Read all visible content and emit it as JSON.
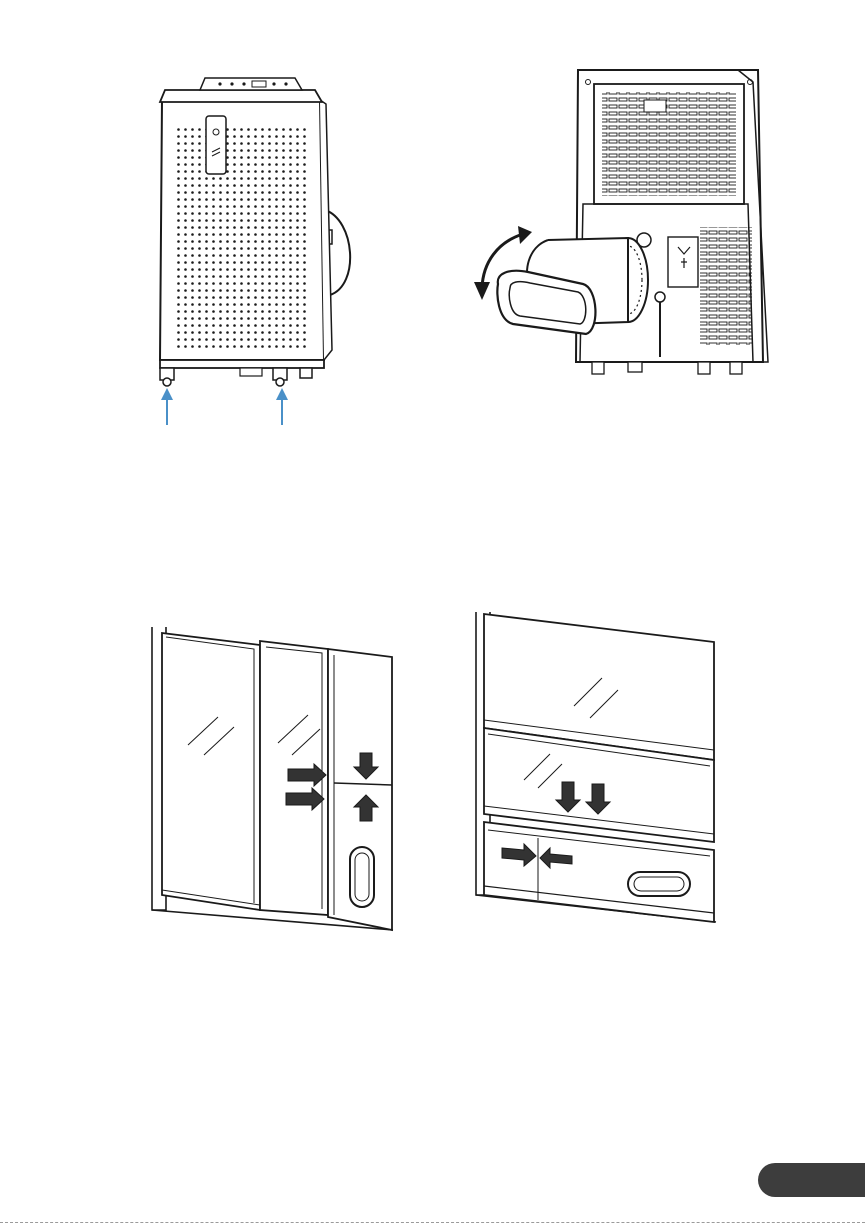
{
  "figures": {
    "front": {
      "icon": "portable-ac-front-view"
    },
    "back": {
      "icon": "portable-ac-rear-view-with-exhaust-adapter"
    },
    "slider": {
      "icon": "sliding-window-kit-installation"
    },
    "hung": {
      "icon": "hung-window-kit-installation"
    }
  },
  "colors": {
    "line": "#1a1a1a",
    "callout_arrow": "#4a90c8",
    "page_tab": "#3d3d3d"
  },
  "page": {
    "number": ""
  }
}
